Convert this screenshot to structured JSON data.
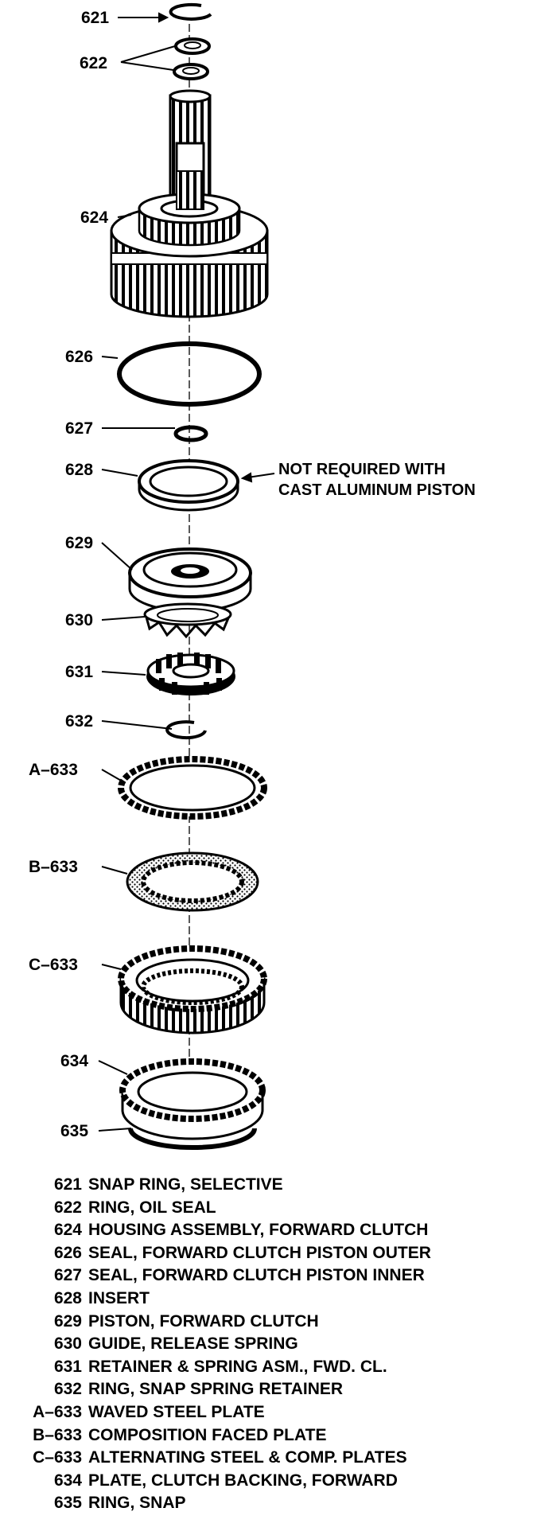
{
  "callouts": {
    "p621": "621",
    "p622": "622",
    "p624": "624",
    "p626": "626",
    "p627": "627",
    "p628": "628",
    "p629": "629",
    "p630": "630",
    "p631": "631",
    "p632": "632",
    "pA633": "A–633",
    "pB633": "B–633",
    "pC633": "C–633",
    "p634": "634",
    "p635": "635"
  },
  "note": {
    "line1": "NOT REQUIRED WITH",
    "line2": "CAST ALUMINUM PISTON"
  },
  "legend": [
    {
      "num": "621",
      "desc": "SNAP RING, SELECTIVE"
    },
    {
      "num": "622",
      "desc": "RING, OIL SEAL"
    },
    {
      "num": "624",
      "desc": "HOUSING ASSEMBLY, FORWARD CLUTCH"
    },
    {
      "num": "626",
      "desc": "SEAL, FORWARD CLUTCH PISTON OUTER"
    },
    {
      "num": "627",
      "desc": "SEAL, FORWARD CLUTCH PISTON INNER"
    },
    {
      "num": "628",
      "desc": "INSERT"
    },
    {
      "num": "629",
      "desc": "PISTON, FORWARD CLUTCH"
    },
    {
      "num": "630",
      "desc": "GUIDE, RELEASE SPRING"
    },
    {
      "num": "631",
      "desc": "RETAINER & SPRING ASM., FWD. CL."
    },
    {
      "num": "632",
      "desc": "RING, SNAP SPRING RETAINER"
    },
    {
      "num": "A–633",
      "desc": "WAVED STEEL PLATE"
    },
    {
      "num": "B–633",
      "desc": "COMPOSITION FACED PLATE"
    },
    {
      "num": "C–633",
      "desc": "ALTERNATING STEEL & COMP. PLATES"
    },
    {
      "num": "634",
      "desc": "PLATE, CLUTCH BACKING, FORWARD"
    },
    {
      "num": "635",
      "desc": "RING, SNAP"
    }
  ]
}
